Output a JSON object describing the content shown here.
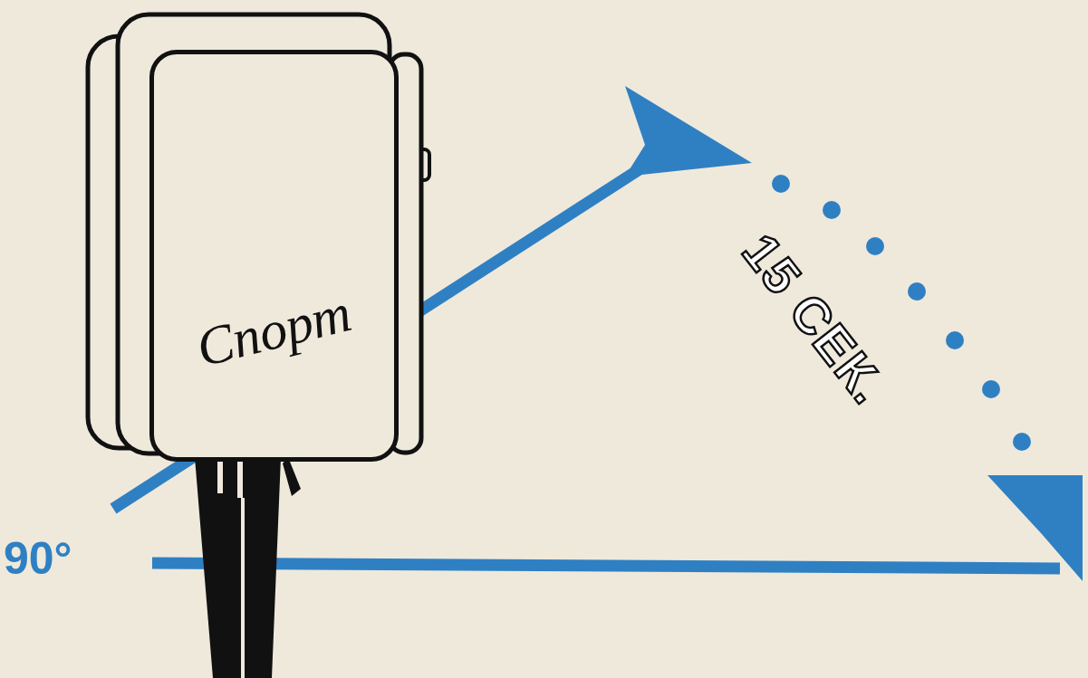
{
  "diagram": {
    "nodes": [
      {
        "text": [
          "Спорт"
        ]
      }
    ],
    "labels": [
      "90°",
      "15 СЕК."
    ]
  }
}
